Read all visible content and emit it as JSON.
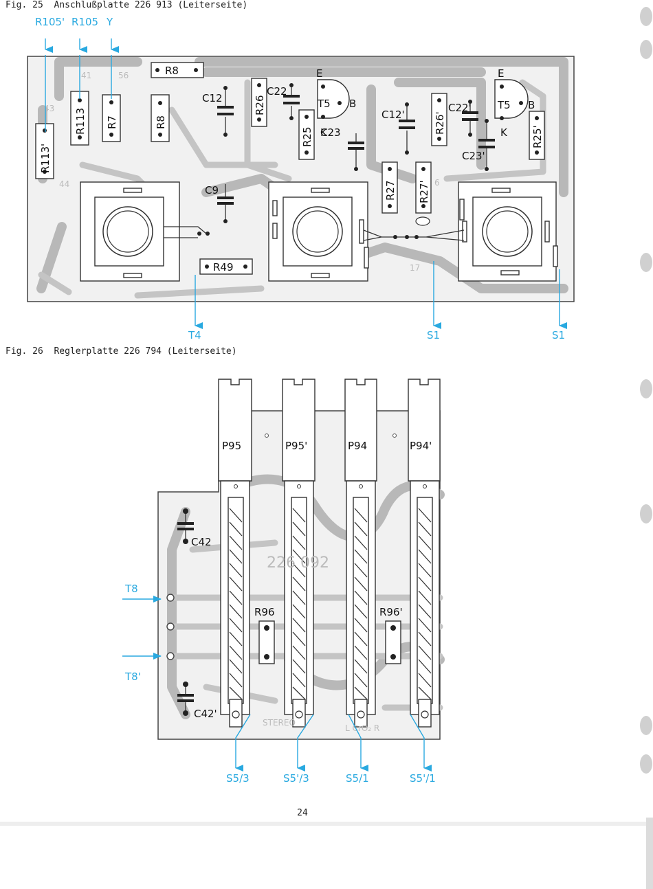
{
  "fig25": {
    "caption": "Fig. 25  Anschlußplatte 226 913 (Leiterseite)",
    "top_labels": [
      "R105'",
      "R105",
      "Y"
    ],
    "bottom_labels": [
      "T4",
      "S1",
      "S1"
    ],
    "components": {
      "r8_top": "R8",
      "r113": "R113",
      "r113p": "R113'",
      "r7": "R7",
      "r8": "R8",
      "c12": "C12",
      "r26": "R26",
      "c22": "C22",
      "e1": "E",
      "t5": "T5",
      "b1": "B",
      "r25": "R25",
      "k1": "K",
      "c23": "C23",
      "c12p": "C12'",
      "r26p": "R26'",
      "c22p": "C22'",
      "e2": "E",
      "t5p": "T5",
      "b2": "B",
      "k2": "K",
      "r25p": "R25'",
      "c23p": "C23'",
      "c9": "C9",
      "r27": "R27",
      "r27p": "R27'",
      "r49": "R49"
    },
    "ghost_marks": [
      "41",
      "56",
      "43",
      "44",
      "6",
      "17"
    ]
  },
  "fig26": {
    "caption": "Fig. 26  Reglerplatte 226 794 (Leiterseite)",
    "pots": [
      "P95",
      "P95'",
      "P94",
      "P94'"
    ],
    "left_labels": [
      "T8",
      "T8'"
    ],
    "bottom_labels": [
      "S5/3",
      "S5'/3",
      "S5/1",
      "S5'/1"
    ],
    "components": {
      "c42": "C42",
      "c42p": "C42'",
      "r96": "R96",
      "r96p": "R96'"
    },
    "ghost_marks": {
      "board_number": "226 092",
      "stereo": "STEREO",
      "lr": "L   CrO₂  R"
    }
  },
  "page_number": "24",
  "colors": {
    "annotation": "#29a9e0",
    "trace": "#b8b8b8",
    "ink": "#222222"
  }
}
